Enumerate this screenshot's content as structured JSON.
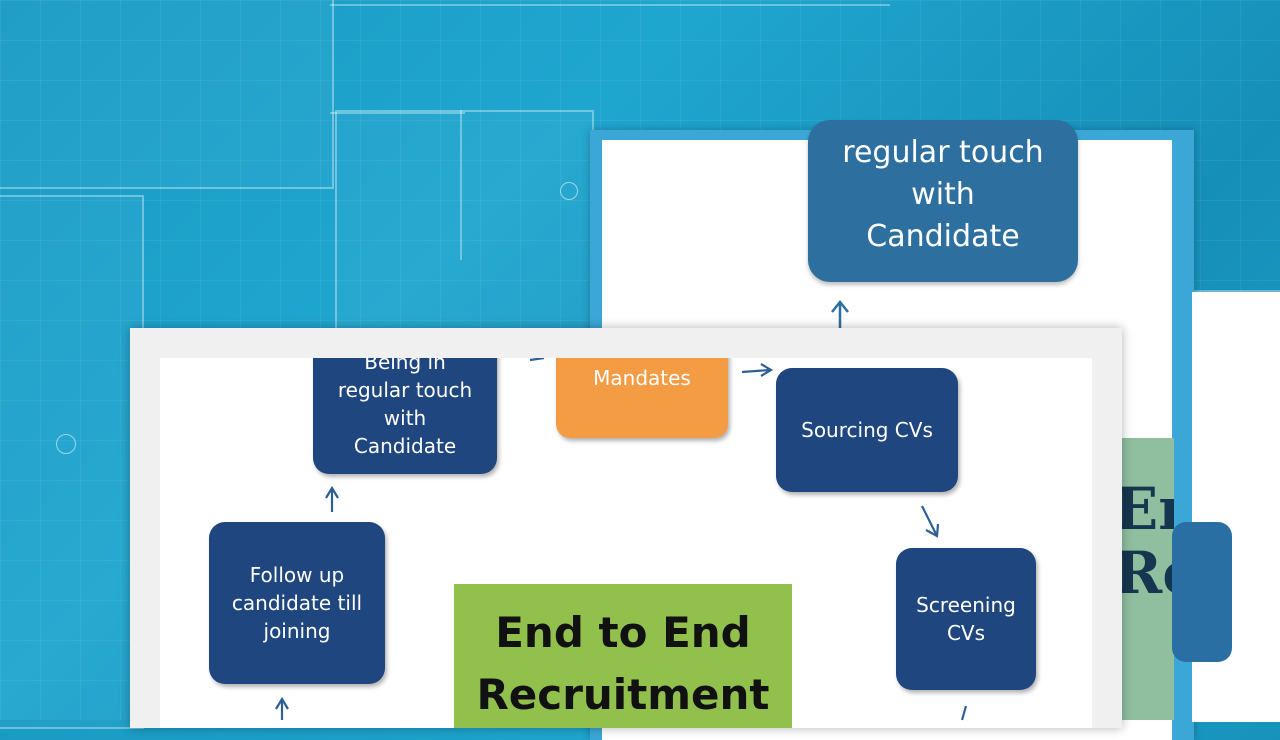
{
  "diagram": {
    "back_slide": {
      "top_box_text": "regular touch\nwith\nCandidate",
      "partial_text": "End\nRec"
    },
    "nodes": {
      "touch": "Being in\nregular touch\nwith\nCandidate",
      "mandates": "Mandates",
      "sourcing": "Sourcing CVs",
      "screening": "Screening\nCVs",
      "followup": "Follow up\ncandidate till\njoining"
    },
    "center": "End to End\nRecruitment",
    "colors": {
      "node_blue": "#1f467f",
      "mandates_orange": "#f39c44",
      "center_green": "#92c04d",
      "top_box_blue": "#2d6f9e"
    }
  }
}
